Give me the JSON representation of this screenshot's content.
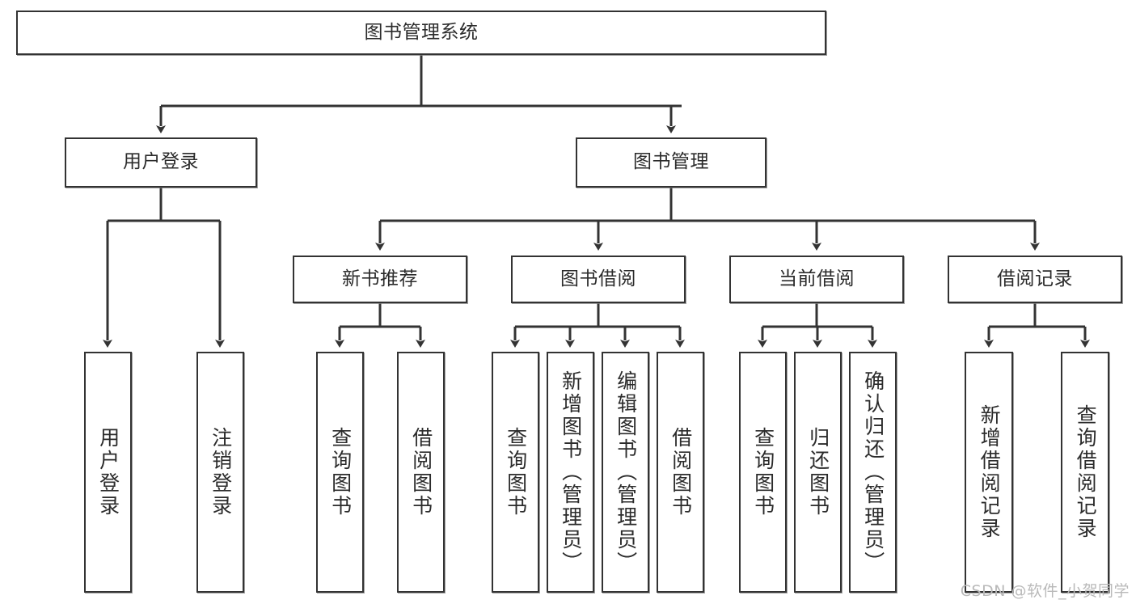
{
  "diagram": {
    "title": "图书管理系统",
    "watermark": "CSDN @软件_小贺同学",
    "colors": {
      "border": "#333333",
      "text": "#2b2b2b",
      "background": "#ffffff",
      "watermark": "#b9b9b9"
    },
    "root": {
      "label": "图书管理系统"
    },
    "level2": [
      {
        "label": "用户登录"
      },
      {
        "label": "图书管理"
      }
    ],
    "level3": [
      {
        "label": "新书推荐"
      },
      {
        "label": "图书借阅"
      },
      {
        "label": "当前借阅"
      },
      {
        "label": "借阅记录"
      }
    ],
    "leaves": {
      "user_login": [
        {
          "label": "用户登录"
        },
        {
          "label": "注销登录"
        }
      ],
      "new_book_recommend": [
        {
          "label": "查询图书"
        },
        {
          "label": "借阅图书"
        }
      ],
      "book_borrow": [
        {
          "label": "查询图书"
        },
        {
          "label": "新增图书（管理员）"
        },
        {
          "label": "编辑图书（管理员）"
        },
        {
          "label": "借阅图书"
        }
      ],
      "current_borrow": [
        {
          "label": "查询图书"
        },
        {
          "label": "归还图书"
        },
        {
          "label": "确认归还（管理员）"
        }
      ],
      "borrow_records": [
        {
          "label": "新增借阅记录"
        },
        {
          "label": "查询借阅记录"
        }
      ]
    }
  }
}
